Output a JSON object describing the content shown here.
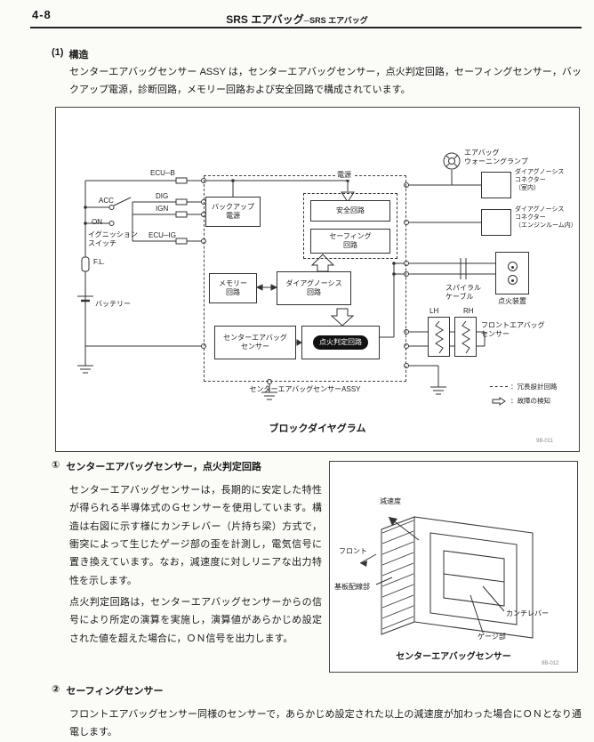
{
  "page": {
    "number": "4-8",
    "title_main": "SRS エアバッグ",
    "title_sub": "─SRS エアバッグ"
  },
  "section1": {
    "num": "(1)",
    "title": "構造",
    "body": "センターエアバッグセンサー ASSY は，センターエアバッグセンサー，点火判定回路，セーフィングセンサー，バックアップ電源，診断回路，メモリー回路および安全回路で構成されています。"
  },
  "diagram": {
    "caption": "ブロックダイヤグラム",
    "code": "9B-011",
    "boxes": {
      "backup_power": "バックアップ\n電源",
      "safety_circuit": "安全回路",
      "safing_circuit": "セーフィング\n回路",
      "memory_circuit": "メモリー\n回路",
      "diagnosis_circuit": "ダイアグノーシス\n回路",
      "center_sensor": "センターエアバッグ\nセンサー",
      "ignition_judge": "点火判定回路"
    },
    "labels": {
      "ecu_b": "ECU─B",
      "acc": "ACC",
      "dig": "DIG",
      "ign": "IGN",
      "on": "ON",
      "ignition_switch": "イグニッション\nスイッチ",
      "ecu_ig": "ECU─IG",
      "fl": "F.L.",
      "battery": "バッテリー",
      "power": "電源",
      "assy": "センターエアバッグセンサーASSY",
      "warning_lamp": "エアバッグ\nウォーニングランプ",
      "diag_connector_cabin": "ダイアグノーシス\nコネクター\n（室内）",
      "diag_connector_engine": "ダイアグノーシス\nコネクター\n（エンジンルーム内）",
      "spiral_cable": "スパイラル\nケーブル",
      "squib": "点火装置",
      "lh": "LH",
      "rh": "RH",
      "front_sensor": "フロントエアバッグ\nセンサー",
      "legend_redundant": "：冗長設計回路",
      "legend_failure": "：故障の検知"
    }
  },
  "section2": {
    "num": "①",
    "title": "センターエアバッグセンサー，点火判定回路",
    "para1": "センターエアバッグセンサーは，長期的に安定した特性が得られる半導体式のＧセンサーを使用しています。構造は右図に示す様にカンチレバー（片持ち梁）方式で，衝突によって生じたゲージ部の歪を計測し，電気信号に置き換えています。なお，減速度に対しリニアな出力特性を示します。",
    "para2": "点火判定回路は，センターエアバッグセンサーからの信号により所定の演算を実施し，演算値があらかじめ設定された値を超えた場合に，ＯＮ信号を出力します。"
  },
  "figure": {
    "caption": "センターエアバッグセンサー",
    "code": "9B-012",
    "labels": {
      "deceleration": "減速度",
      "front": "フロント",
      "board_wiring": "基板配線部",
      "cantilever": "カンチレバー",
      "gauge": "ゲージ部"
    }
  },
  "section3": {
    "num": "②",
    "title": "セーフィングセンサー",
    "body": "フロントエアバッグセンサー同様のセンサーで，あらかじめ設定された以上の減速度が加わった場合にＯＮとなり通電します。"
  }
}
